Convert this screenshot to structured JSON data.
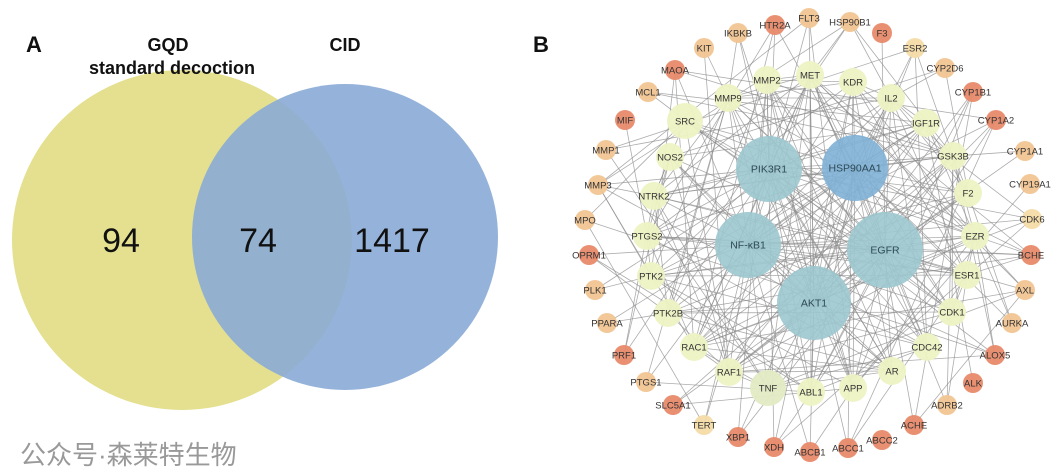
{
  "panel_a": {
    "letter": "A",
    "left_set": {
      "title_line1": "GQD",
      "title_line2": "standard decoction",
      "unique_count": "94",
      "color": "#e4e08f"
    },
    "right_set": {
      "title": "CID",
      "unique_count": "1417",
      "color": "#8aabd6"
    },
    "overlap_count": "74"
  },
  "panel_b": {
    "letter": "B",
    "hub_nodes": [
      "PIK3R1",
      "HSP90AA1",
      "NF-κB1",
      "EGFR",
      "AKT1"
    ],
    "inner_nodes": [
      "MMP2",
      "MET",
      "KDR",
      "IL2",
      "IGF1R",
      "GSK3B",
      "F2",
      "EZR",
      "ESR1",
      "CDK1",
      "CDC42",
      "AR",
      "APP",
      "ABL1",
      "TNF",
      "RAF1",
      "RAC1",
      "PTK2B",
      "PTK2",
      "PTGS2",
      "NTRK2",
      "NOS2",
      "SRC",
      "MMP9"
    ],
    "outer_nodes": [
      "HTR2A",
      "FLT3",
      "HSP90B1",
      "F3",
      "ESR2",
      "CYP2D6",
      "CYP1B1",
      "CYP1A2",
      "CYP1A1",
      "CYP19A1",
      "CDK6",
      "BCHE",
      "AXL",
      "AURKA",
      "ALOX5",
      "ALK",
      "ADRB2",
      "ACHE",
      "ABCC2",
      "ABCC1",
      "ABCB1",
      "XDH",
      "XBP1",
      "TERT",
      "SLC5A1",
      "PTGS1",
      "PRF1",
      "PPARA",
      "PLK1",
      "OPRM1",
      "MPO",
      "MMP3",
      "MMP1",
      "MIF",
      "MCL1",
      "MAOA",
      "KIT",
      "IKBKB"
    ],
    "colors": {
      "hub": "#9cc6cf",
      "hub_strong": "#7fb0d6",
      "inner": "#eef3c4",
      "peach": "#f2c594",
      "red": "#e88a6a",
      "edge": "#8a8a8a"
    }
  },
  "watermark": "公众号·森莱特生物"
}
